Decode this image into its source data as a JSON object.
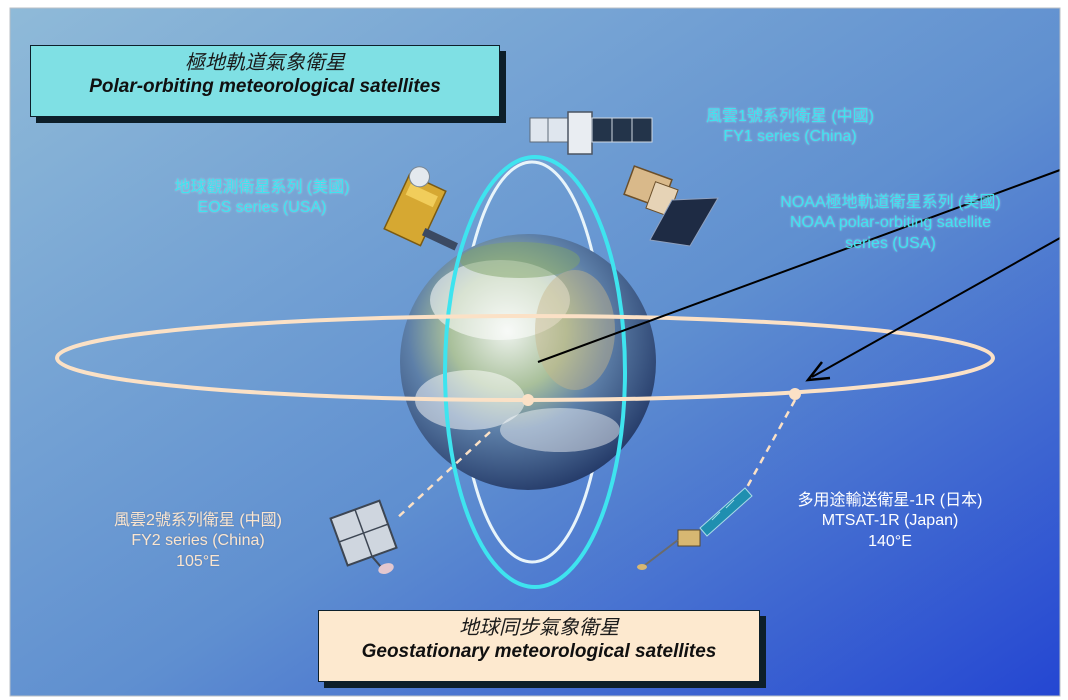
{
  "boxes": {
    "polar_zh": "極地軌道氣象衛星",
    "polar_en": "Polar-orbiting meteorological satellites",
    "geo_zh": "地球同步氣象衛星",
    "geo_en": "Geostationary meteorological satellites"
  },
  "satellites": {
    "fy1": {
      "zh": "風雲1號系列衛星 (中國)",
      "en": "FY1 series (China)"
    },
    "eos": {
      "zh": "地球觀測衛星系列 (美國)",
      "en": "EOS series (USA)"
    },
    "noaa": {
      "zh": "NOAA極地軌道衛星系列 (美國)",
      "en1": "NOAA polar-orbiting satellite",
      "en2": "series (USA)"
    },
    "fy2": {
      "zh": "風雲2號系列衛星 (中國)",
      "en": "FY2 series (China)",
      "lon": "105°E"
    },
    "mtsat": {
      "zh": "多用途輸送衛星-1R (日本)",
      "en": "MTSAT-1R (Japan)",
      "lon": "140°E"
    }
  },
  "colors": {
    "background_top": "#7fb0d6",
    "background_bottom": "#2b4ed0",
    "polar_orbit": "#3ee4ef",
    "geo_orbit": "#fbe1c6",
    "polar_box": "#7fe0e4",
    "geo_box": "#fde9cf"
  }
}
